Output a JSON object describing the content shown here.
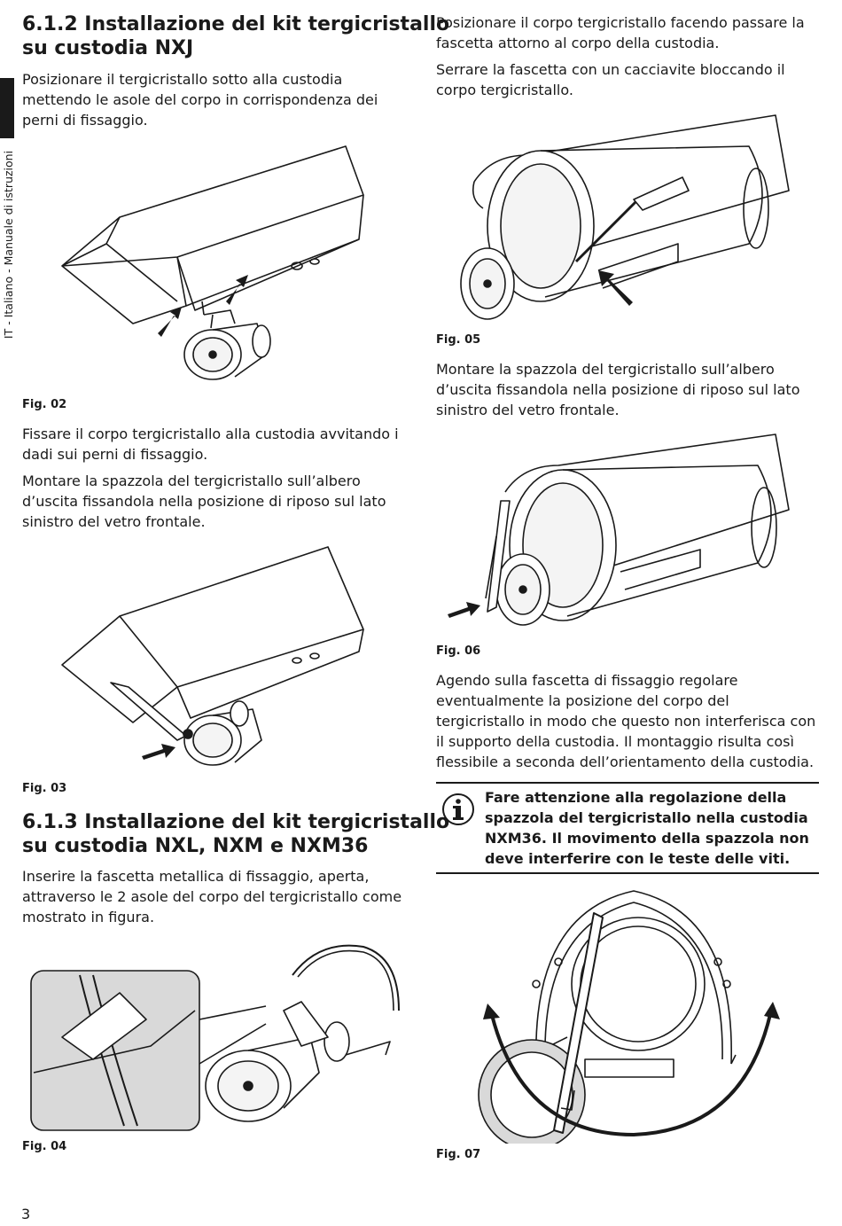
{
  "side_label": "IT - Italiano - Manuale di istruzioni",
  "page_number": "3",
  "left": {
    "h1_line1": "6.1.2  Installazione del kit tergicristallo",
    "h1_line2": "su custodia NXJ",
    "p1": "Posizionare il tergicristallo sotto alla custodia mettendo le asole del corpo in corrispondenza dei perni di fissaggio.",
    "fig02": "Fig. 02",
    "p2": "Fissare il corpo tergicristallo alla custodia avvitando i dadi sui perni di fissaggio.",
    "p3": "Montare la spazzola del tergicristallo sull’albero d’uscita fissandola nella posizione di riposo sul lato sinistro del vetro frontale.",
    "fig03": "Fig. 03",
    "h2_line1": "6.1.3  Installazione del kit tergicristallo",
    "h2_line2": "su custodia NXL, NXM e NXM36",
    "p4": "Inserire la fascetta metallica di fissaggio, aperta, attraverso le 2 asole del corpo del tergicristallo come mostrato in figura.",
    "fig04": "Fig. 04"
  },
  "right": {
    "p1a": "Posizionare il corpo tergicristallo facendo passare la fascetta attorno al corpo della custodia.",
    "p1b": "Serrare la fascetta con un cacciavite bloccando il corpo tergicristallo.",
    "fig05": "Fig. 05",
    "p2": "Montare la spazzola del tergicristallo sull’albero d’uscita fissandola nella posizione di riposo sul lato sinistro del vetro frontale.",
    "fig06": "Fig. 06",
    "p3": "Agendo sulla fascetta di fissaggio regolare eventualmente la posizione del corpo del tergicristallo in modo che questo non interferisca con il supporto della custodia. Il montaggio risulta così flessibile a seconda dell’orientamento della custodia.",
    "note": "Fare attenzione alla regolazione della spazzola del tergicristallo nella custodia NXM36. Il movimento della spazzola non deve interferire con le teste delle viti.",
    "fig07": "Fig. 07"
  }
}
